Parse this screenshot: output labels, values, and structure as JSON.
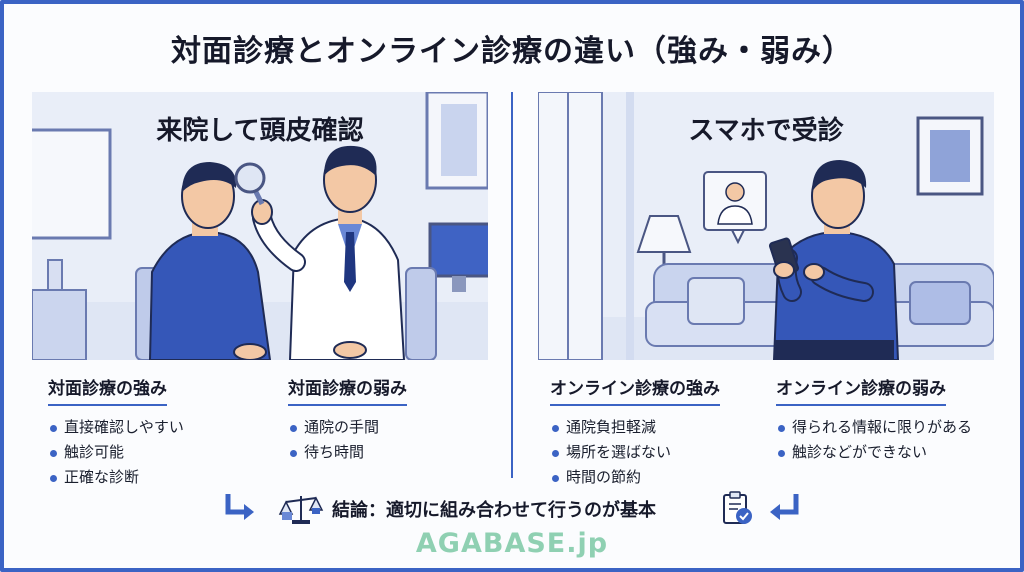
{
  "title": "対面診療とオンライン診療の違い（強み・弱み）",
  "left_scene": {
    "caption": "来院して頭皮確認"
  },
  "right_scene": {
    "caption": "スマホで受診"
  },
  "in_person_strengths": {
    "heading": "対面診療の強み",
    "items": [
      "直接確認しやすい",
      "触診可能",
      "正確な診断"
    ]
  },
  "in_person_weaknesses": {
    "heading": "対面診療の弱み",
    "items": [
      "通院の手間",
      "待ち時間"
    ]
  },
  "online_strengths": {
    "heading": "オンライン診療の強み",
    "items": [
      "通院負担軽減",
      "場所を選ばない",
      "時間の節約"
    ]
  },
  "online_weaknesses": {
    "heading": "オンライン診療の弱み",
    "items": [
      "得られる情報に限りがある",
      "触診などができない"
    ]
  },
  "conclusion": "結論：適切に組み合わせて行うのが基本",
  "brand": "AGABASE.jp",
  "colors": {
    "accent": "#3b63c4",
    "brand": "#8fd0b2",
    "shirt": "#3557b8"
  },
  "icons": [
    "arrow-down-right-icon",
    "scale-balance-icon",
    "clipboard-check-icon",
    "arrow-down-left-icon"
  ]
}
